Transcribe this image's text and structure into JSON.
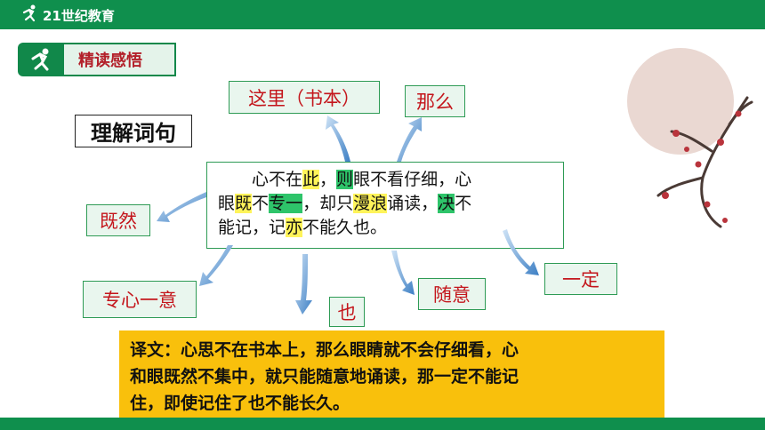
{
  "header": {
    "logo_text": "21世纪教育"
  },
  "section": {
    "label": "精读感悟"
  },
  "title_box": "理解词句",
  "passage": {
    "line1": [
      {
        "t": "心不在",
        "h": ""
      },
      {
        "t": "此",
        "h": "y"
      },
      {
        "t": "，",
        "h": ""
      },
      {
        "t": "则",
        "h": "g"
      },
      {
        "t": "眼不看仔细，心",
        "h": ""
      }
    ],
    "line2": [
      {
        "t": "眼",
        "h": ""
      },
      {
        "t": "既",
        "h": "y"
      },
      {
        "t": "不",
        "h": ""
      },
      {
        "t": "专一",
        "h": "g"
      },
      {
        "t": "，却只",
        "h": ""
      },
      {
        "t": "漫浪",
        "h": "y"
      },
      {
        "t": "诵读，",
        "h": ""
      },
      {
        "t": "决",
        "h": "g"
      },
      {
        "t": "不",
        "h": ""
      }
    ],
    "line3": [
      {
        "t": "能记，记",
        "h": ""
      },
      {
        "t": "亦",
        "h": "y"
      },
      {
        "t": "不能久也。",
        "h": ""
      }
    ]
  },
  "annotations": {
    "zheli": "这里（书本）",
    "name": "那么",
    "jiran": "既然",
    "zhuanxin": "专心一意",
    "ye": "也",
    "suiyi": "随意",
    "yiding": "一定"
  },
  "translation": {
    "line1": "译文：心思不在书本上，那么眼睛就不会仔细看，心",
    "line2": "和眼既然不集中，就只能随意地诵读，那一定不能记",
    "line3": "住，即使记住了也不能长久。"
  },
  "colors": {
    "brand_green": "#0f8f4d",
    "label_red": "#c4161c",
    "highlight_yellow": "#fff45a",
    "highlight_green": "#2ec46a",
    "translation_bg": "#f9c00c"
  },
  "icons": [
    "runner-logo-icon",
    "runner-icon",
    "plum-blossom-illustration"
  ]
}
